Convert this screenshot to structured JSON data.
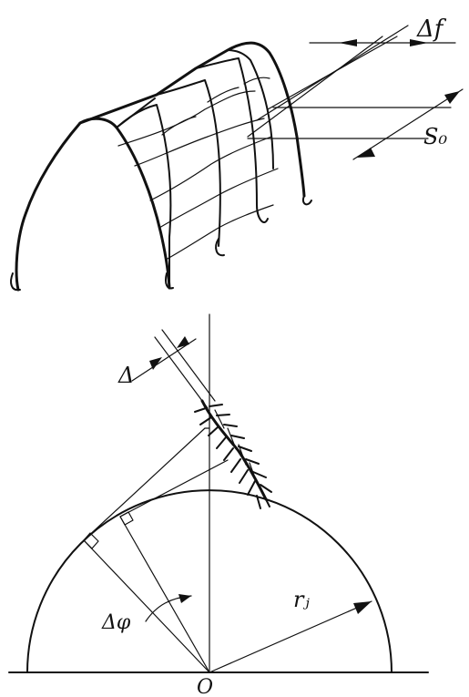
{
  "figure_top": {
    "labels": {
      "delta_f": "Δf",
      "s_zero": "S₀"
    }
  },
  "figure_bottom": {
    "labels": {
      "delta": "Δ",
      "delta_phi": "Δφ",
      "r_j": "rⱼ",
      "origin": "O"
    }
  },
  "colors": {
    "ink": "#111111",
    "background": "#ffffff"
  }
}
